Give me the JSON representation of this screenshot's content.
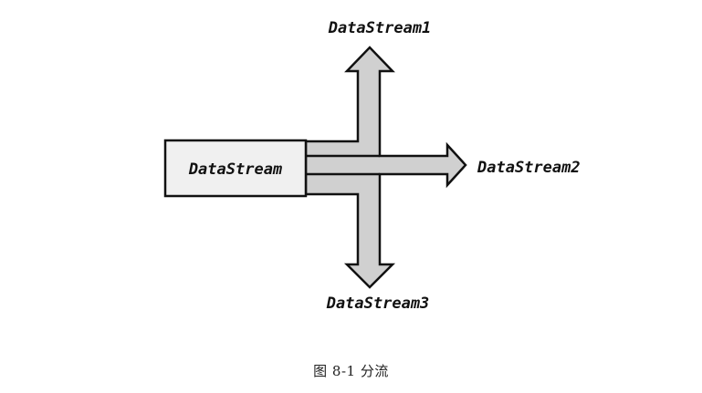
{
  "diagram": {
    "source": {
      "label": "DataStream"
    },
    "outputs": [
      {
        "label": "DataStream1",
        "direction": "up"
      },
      {
        "label": "DataStream2",
        "direction": "right"
      },
      {
        "label": "DataStream3",
        "direction": "down"
      }
    ],
    "colors": {
      "source_fill": "#f0f0f0",
      "arrow_fill": "#d0d0d0",
      "stroke": "#111111"
    }
  },
  "caption": "图 8-1  分流"
}
